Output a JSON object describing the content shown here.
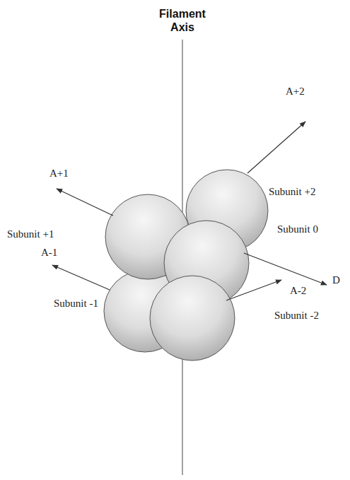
{
  "diagram": {
    "labels": [
      "Filament Axis",
      "A+2",
      "Subunit +2",
      "A+1",
      "Subunit +1",
      "Subunit 0",
      "D",
      "A-1",
      "Subunit -1",
      "A-2",
      "Subunit -2"
    ]
  }
}
